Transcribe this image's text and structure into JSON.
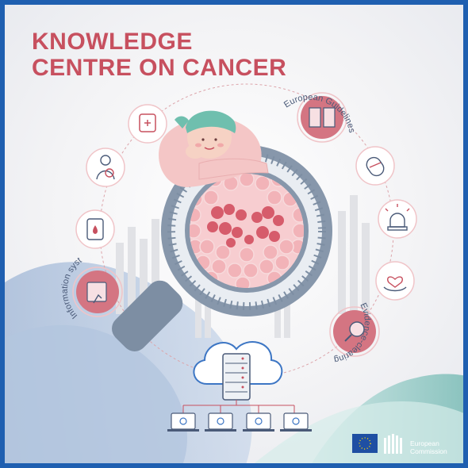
{
  "title": {
    "line1": "KNOWLEDGE",
    "line2": "CENTRE ON CANCER"
  },
  "labels": {
    "guidelines": "European Guidelines",
    "info_systems": "Information systems",
    "evidence": "Evidence-clearing house"
  },
  "logo": {
    "line1": "European",
    "line2": "Commission"
  },
  "colors": {
    "brand_red": "#c7505f",
    "frame_blue": "#1f5fb0",
    "steel": "#7d8ea3",
    "cell_pink": "#f2b3b8"
  },
  "icons": [
    "pill-bottle-icon",
    "doctor-icon",
    "blood-bag-icon",
    "capsule-icon",
    "alarm-light-icon",
    "heart-hands-icon",
    "touchscreen-icon",
    "magnifier-icon",
    "book-icon",
    "server-icon",
    "cloud-icon",
    "laptop-icon"
  ]
}
